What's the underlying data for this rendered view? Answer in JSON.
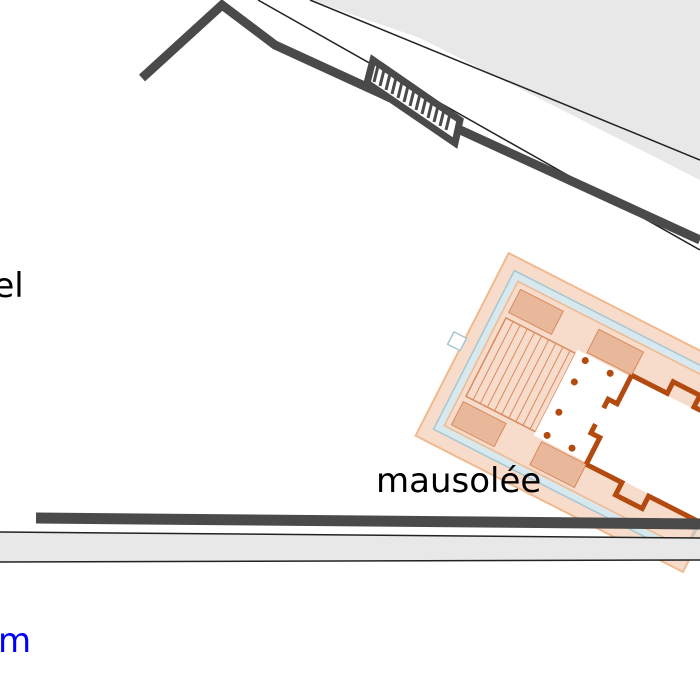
{
  "labels": {
    "left_partial": "tel",
    "mausoleum": "mausolée",
    "scale_partial": "m"
  },
  "colors": {
    "wall": "#4a4a4a",
    "road_fill": "#e8e8e8",
    "road_outline": "#222222",
    "building_fill": "#f7dccb",
    "building_outline": "#f0b98e",
    "room_fill": "#e9b89a",
    "inner_wall": "#b34a10",
    "channel": "#d7e9ef",
    "label_text": "#000000",
    "scale_text": "#0000ff"
  }
}
